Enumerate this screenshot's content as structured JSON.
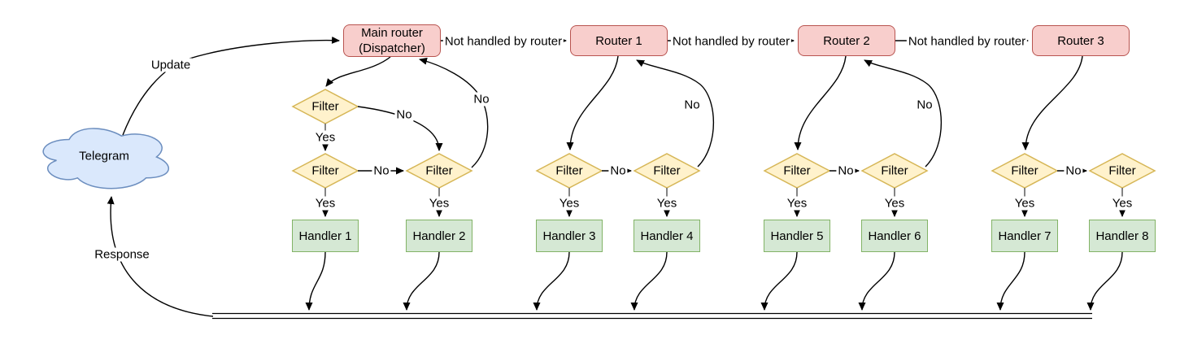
{
  "diagram": {
    "source": {
      "label": "Telegram"
    },
    "dispatcher": {
      "label": "Main router (Dispatcher)"
    },
    "routers": [
      {
        "label": "Router 1"
      },
      {
        "label": "Router 2"
      },
      {
        "label": "Router 3"
      }
    ],
    "handlers": [
      {
        "label": "Handler 1"
      },
      {
        "label": "Handler 2"
      },
      {
        "label": "Handler 3"
      },
      {
        "label": "Handler 4"
      },
      {
        "label": "Handler 5"
      },
      {
        "label": "Handler 6"
      },
      {
        "label": "Handler 7"
      },
      {
        "label": "Handler 8"
      }
    ],
    "filter_label": "Filter",
    "edge_labels": {
      "update": "Update",
      "response": "Response",
      "not_handled": "Not handled by router",
      "yes": "Yes",
      "no": "No"
    },
    "colors": {
      "router_fill": "#f8cecc",
      "router_stroke": "#b85450",
      "filter_fill": "#fff2cc",
      "filter_stroke": "#d6b656",
      "handler_fill": "#d5e8d4",
      "handler_stroke": "#82b366",
      "cloud_fill": "#dae8fc",
      "cloud_stroke": "#6c8ebf",
      "edge": "#000000"
    }
  }
}
